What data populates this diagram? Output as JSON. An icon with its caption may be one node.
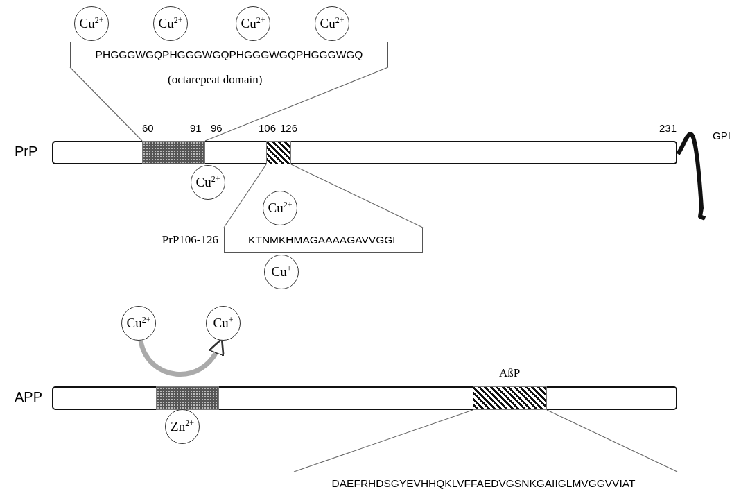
{
  "diagram": {
    "nodes": [
      {
        "text": [
          "PrP"
        ]
      },
      {
        "text": [],
        "shape": "box",
        "in": 0
      },
      {
        "text": [],
        "shape": "box",
        "in": 0
      },
      {
        "text": [
          "PHGGGWGQPHGGGWGQPHGGGWGQPHGGGWGQ"
        ],
        "beside": [
          "(octarepeat domain)"
        ]
      },
      {
        "text": [
          "Cu$^{2+}$"
        ]
      },
      {
        "text": [
          "Cu$^{2+}$"
        ]
      },
      {
        "text": [
          "Cu$^{2+}$"
        ]
      },
      {
        "text": [
          "Cu$^{2+}$"
        ]
      },
      {
        "text": [
          "Cu$^{2+}$"
        ]
      },
      {
        "text": [
          "KTNMKHMAGAAAAGAVVGGL"
        ],
        "beside": [
          "PrP106-126"
        ]
      },
      {
        "text": [
          "Cu$^{2+}$"
        ]
      },
      {
        "text": [
          "Cu$^{+}$"
        ]
      },
      {
        "text": [
          "APP"
        ]
      },
      {
        "text": [],
        "shape": "box",
        "in": 12
      },
      {
        "text": [
          "AßP"
        ],
        "in": 12
      },
      {
        "text": [
          "Cu$^{2+}$"
        ]
      },
      {
        "text": [
          "Cu$^{+}$"
        ]
      },
      {
        "text": [
          "Zn$^{2+}$"
        ]
      },
      {
        "text": [
          "DAEFRHDSGYEVHHQKLVFFAEDVGSNKGAIIGLMVGGVVIAT"
        ]
      }
    ],
    "edges": [
      {
        "from": 1,
        "to": 3,
        "arrow": "none"
      },
      {
        "from": 1,
        "to": 3,
        "arrow": "none"
      },
      {
        "from": 2,
        "to": 9,
        "arrow": "none"
      },
      {
        "from": 2,
        "to": 9,
        "arrow": "none"
      },
      {
        "from": 15,
        "to": 16,
        "arrow": "to",
        "style": "thick"
      },
      {
        "from": 14,
        "to": 18,
        "arrow": "none"
      },
      {
        "from": 14,
        "to": 18,
        "arrow": "none"
      }
    ],
    "labels": [
      "60",
      "91",
      "96",
      "106",
      "126",
      "231",
      "GPI"
    ]
  }
}
